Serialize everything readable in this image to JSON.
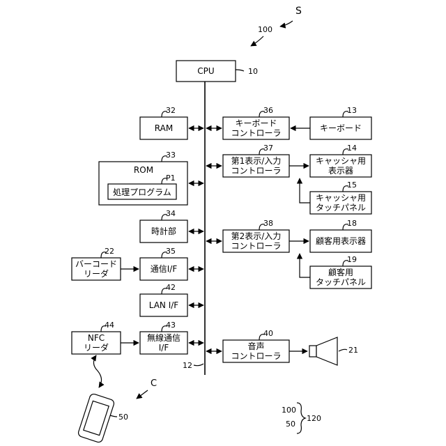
{
  "system_label": "S",
  "refs": {
    "r100": "100",
    "r10": "10",
    "r32": "32",
    "r36": "36",
    "r13": "13",
    "r33": "33",
    "r37": "37",
    "r14": "14",
    "r15": "15",
    "rP1": "P1",
    "r34": "34",
    "r38": "38",
    "r18": "18",
    "r22": "22",
    "r35": "35",
    "r19": "19",
    "r42": "42",
    "r44": "44",
    "r43": "43",
    "r40": "40",
    "r21": "21",
    "r12": "12",
    "r50": "50",
    "legend_100": "100",
    "legend_50": "50",
    "legend_120": "120"
  },
  "boxes": {
    "cpu": "CPU",
    "ram": "RAM",
    "rom": "ROM",
    "program": "処理プログラム",
    "clock": "時計部",
    "comm_if": "通信I/F",
    "lan_if": "LAN I/F",
    "wireless_if": [
      "無線通信",
      "I/F"
    ],
    "barcode_reader": [
      "バーコード",
      "リーダ"
    ],
    "nfc_reader": [
      "NFC",
      "リーダ"
    ],
    "keyboard_ctrl": [
      "キーボード",
      "コントローラ"
    ],
    "io_ctrl_1": [
      "第1表示/入力",
      "コントローラ"
    ],
    "io_ctrl_2": [
      "第2表示/入力",
      "コントローラ"
    ],
    "audio_ctrl": [
      "音声",
      "コントローラ"
    ],
    "keyboard": "キーボード",
    "cashier_display": [
      "キャッシャ用",
      "表示器"
    ],
    "cashier_touch": [
      "キャッシャ用",
      "タッチパネル"
    ],
    "customer_display": "顧客用表示器",
    "customer_touch": [
      "顧客用",
      "タッチパネル"
    ]
  },
  "comm_label": "C"
}
